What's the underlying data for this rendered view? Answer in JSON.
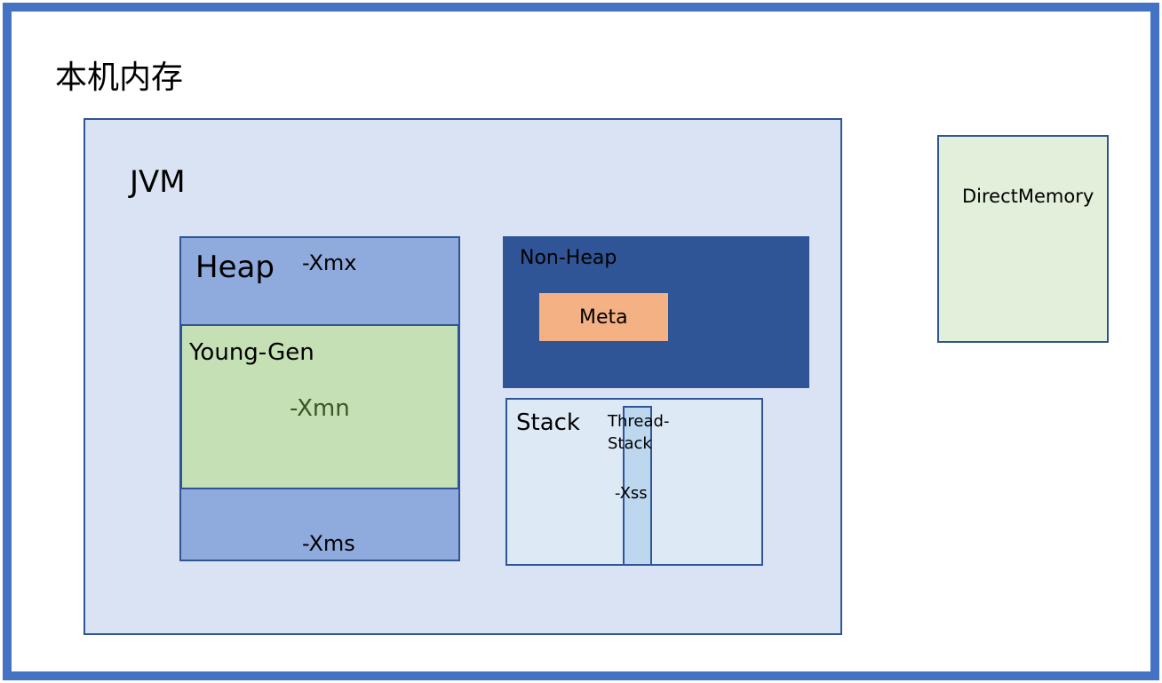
{
  "title": "本机内存",
  "jvm": {
    "label": "JVM",
    "heap": {
      "label": "Heap",
      "max_flag": "-Xmx",
      "min_flag": "-Xms",
      "young_gen": {
        "label": "Young-Gen",
        "flag": "-Xmn"
      }
    },
    "non_heap": {
      "label": "Non-Heap",
      "meta": {
        "label": "Meta"
      }
    },
    "stack": {
      "label": "Stack",
      "thread_stack": {
        "label_line1": "Thread-",
        "label_line2": "Stack",
        "flag": "-Xss"
      }
    }
  },
  "direct_memory": {
    "label": "DirectMemory"
  },
  "colors": {
    "frame": "#4472c4",
    "jvm_fill": "#dae3f3",
    "heap_fill": "#8faadc",
    "young_fill": "#c5e0b4",
    "nonheap_fill": "#2f5597",
    "meta_fill": "#f4b183",
    "stack_fill": "#dee9f6",
    "thread_fill": "#bdd7ee",
    "direct_fill": "#e2efda",
    "outline": "#2f5597"
  }
}
